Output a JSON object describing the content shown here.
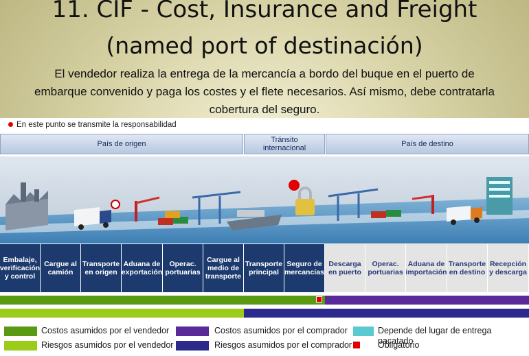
{
  "title": {
    "line1": "11. CIF - Cost, Insurance and Freight",
    "line2": "(named port of destinación)"
  },
  "subtitle": "El vendedor  realiza la entrega de la mercancía a bordo del buque en el puerto de embarque  convenido y paga los costes y el flete necesarios.  Así mismo, debe contratarla cobertura del seguro.",
  "responsibility_note": "En este punto se transmite la responsabilidad",
  "regions": [
    "País de origen",
    "Tránsito internacional",
    "País de destino"
  ],
  "steps": [
    "Embalaje, verificación y control",
    "Cargue al camión",
    "Transporte en origen",
    "Aduana de exportación",
    "Operac. portuarias",
    "Cargue al medio de transporte",
    "Transporte principal",
    "Seguro de mercancías",
    "Descarga en puerto",
    "Operac. portuarias",
    "Aduana de importación",
    "Transporte en destino",
    "Recepción y descarga"
  ],
  "legend": {
    "costs_seller": "Costos asumidos por el vendedor",
    "risks_seller": "Riesgos asumidos por el vendedor",
    "costs_buyer": "Costos asumidos por el comprador",
    "risks_buyer": "Riesgos asumidos por el comprador",
    "depends": "Depende del lugar de entrega pacatado",
    "mandatory": "Obligatorio"
  },
  "colors": {
    "costs_seller": "#5a9a12",
    "risks_seller": "#9bcc1a",
    "costs_buyer": "#5a2a9a",
    "risks_buyer": "#2c2a8c",
    "depends": "#5cc8d0",
    "mandatory": "#e00000",
    "seller_step": "#1c3a6e"
  }
}
